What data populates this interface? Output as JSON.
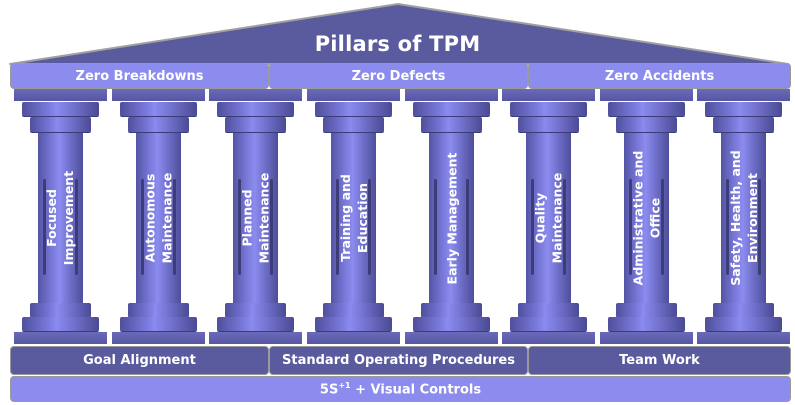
{
  "title": "Pillars of TPM",
  "goals": [
    "Zero Breakdowns",
    "Zero Defects",
    "Zero Accidents"
  ],
  "pillars": [
    {
      "lines": [
        "Focused",
        "Improvement"
      ]
    },
    {
      "lines": [
        "Autonomous",
        "Maintenance"
      ]
    },
    {
      "lines": [
        "Planned",
        "Maintenance"
      ]
    },
    {
      "lines": [
        "Training and",
        "Education"
      ]
    },
    {
      "lines": [
        "Early Management"
      ]
    },
    {
      "lines": [
        "Quality",
        "Maintenance"
      ]
    },
    {
      "lines": [
        "Administrative and",
        "Office"
      ]
    },
    {
      "lines": [
        "Safety, Health, and",
        "Environment"
      ]
    }
  ],
  "foundation": [
    "Goal Alignment",
    "Standard Operating Procedures",
    "Team Work"
  ],
  "base": {
    "main": "5S",
    "superscript": "+1",
    "rest": " + Visual Controls"
  },
  "colors": {
    "roof": "#5a5a9e",
    "light_band": "#8c8cef",
    "dark_band": "#5a5a9e",
    "text": "#ffffff"
  }
}
